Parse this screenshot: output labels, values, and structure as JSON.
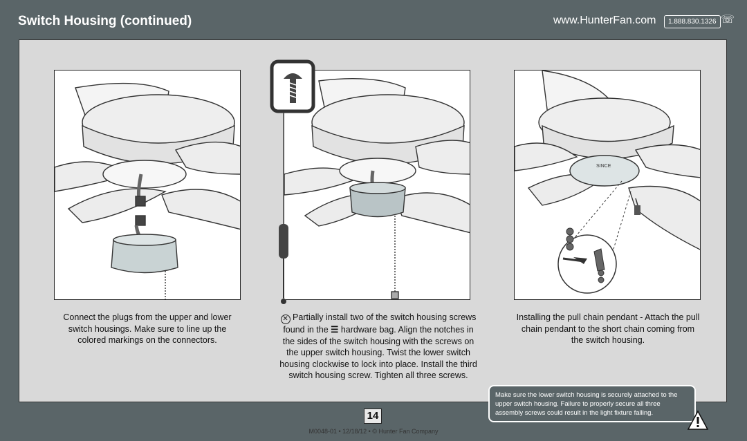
{
  "header": {
    "title": "Switch Housing (continued)",
    "website": "www.HunterFan.com",
    "phone": "1.888.830.1326"
  },
  "captions": {
    "step1": "Connect the plugs from the upper and lower switch housings. Make sure to line up the colored markings on the connectors.",
    "step2_a": "Partially install two of the switch housing screws found in the",
    "step2_b": "hardware bag. Align the notches in the sides of the switch housing with the screws on the upper switch housing. Twist the lower switch housing clockwise to lock into place. Install the third switch housing screw. Tighten all three screws.",
    "step3": "Installing the pull chain pendant - Attach the pull chain pendant to the short chain coming from the switch housing."
  },
  "warning": {
    "text": "Make sure the lower switch housing is securely attached to the upper switch housing. Failure to properly secure all three assembly screws could result in the light fixture falling."
  },
  "footer": {
    "page_number": "14",
    "line": "M0048-01 • 12/18/12 • © Hunter Fan Company"
  },
  "illustration_labels": {
    "since_stamp": "SINCE"
  }
}
